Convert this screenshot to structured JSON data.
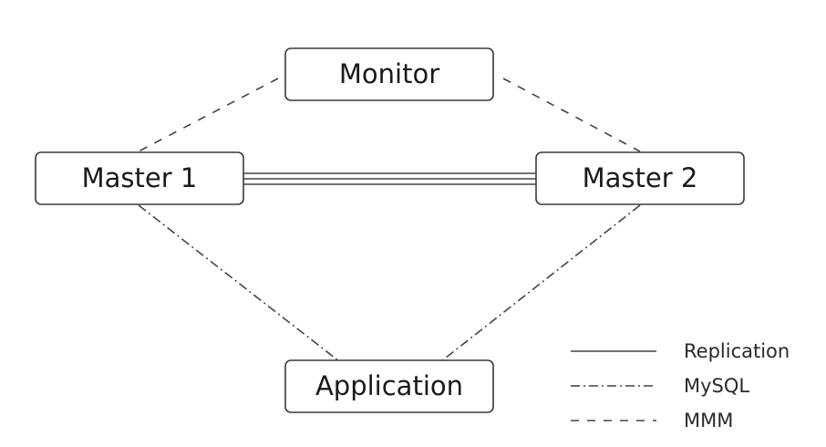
{
  "nodes": {
    "monitor": "Monitor",
    "master1": "Master 1",
    "master2": "Master 2",
    "application": "Application"
  },
  "legend": {
    "replication": "Replication",
    "mysql": "MySQL",
    "mmm": "MMM"
  },
  "colors": {
    "line": "#444444",
    "box_border": "#3a3a3a",
    "text": "#1a1a1a",
    "background": "#ffffff"
  }
}
